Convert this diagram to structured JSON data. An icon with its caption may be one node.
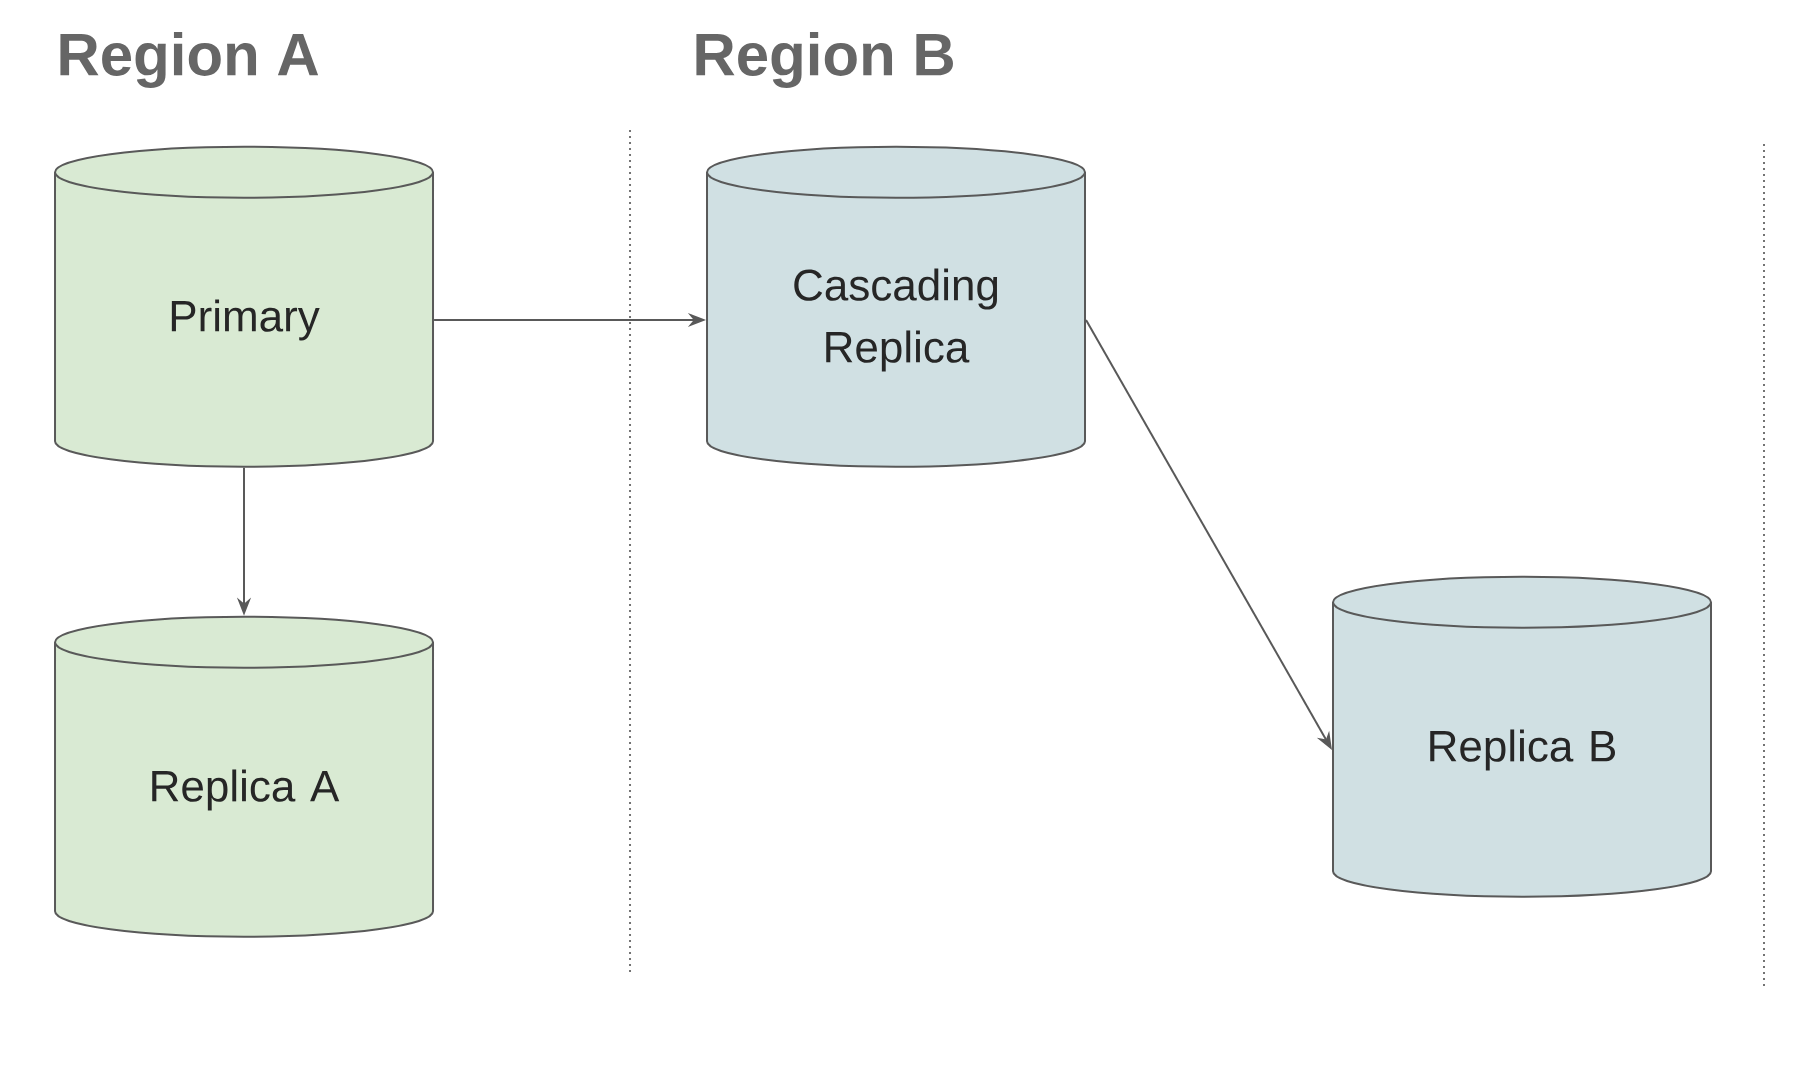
{
  "diagram": {
    "nodes": [
      {
        "text": [
          "Primary"
        ]
      },
      {
        "text": [
          "Replica A"
        ]
      },
      {
        "text": [
          "Cascading Replica"
        ]
      },
      {
        "text": [
          "Replica B"
        ]
      }
    ],
    "edges": [
      {
        "from": 0,
        "to": 2,
        "arrow": "to"
      },
      {
        "from": 0,
        "to": 1,
        "arrow": "to"
      },
      {
        "from": 2,
        "to": 3,
        "arrow": "to"
      }
    ],
    "labels": [
      "Region A",
      "Region B"
    ]
  }
}
